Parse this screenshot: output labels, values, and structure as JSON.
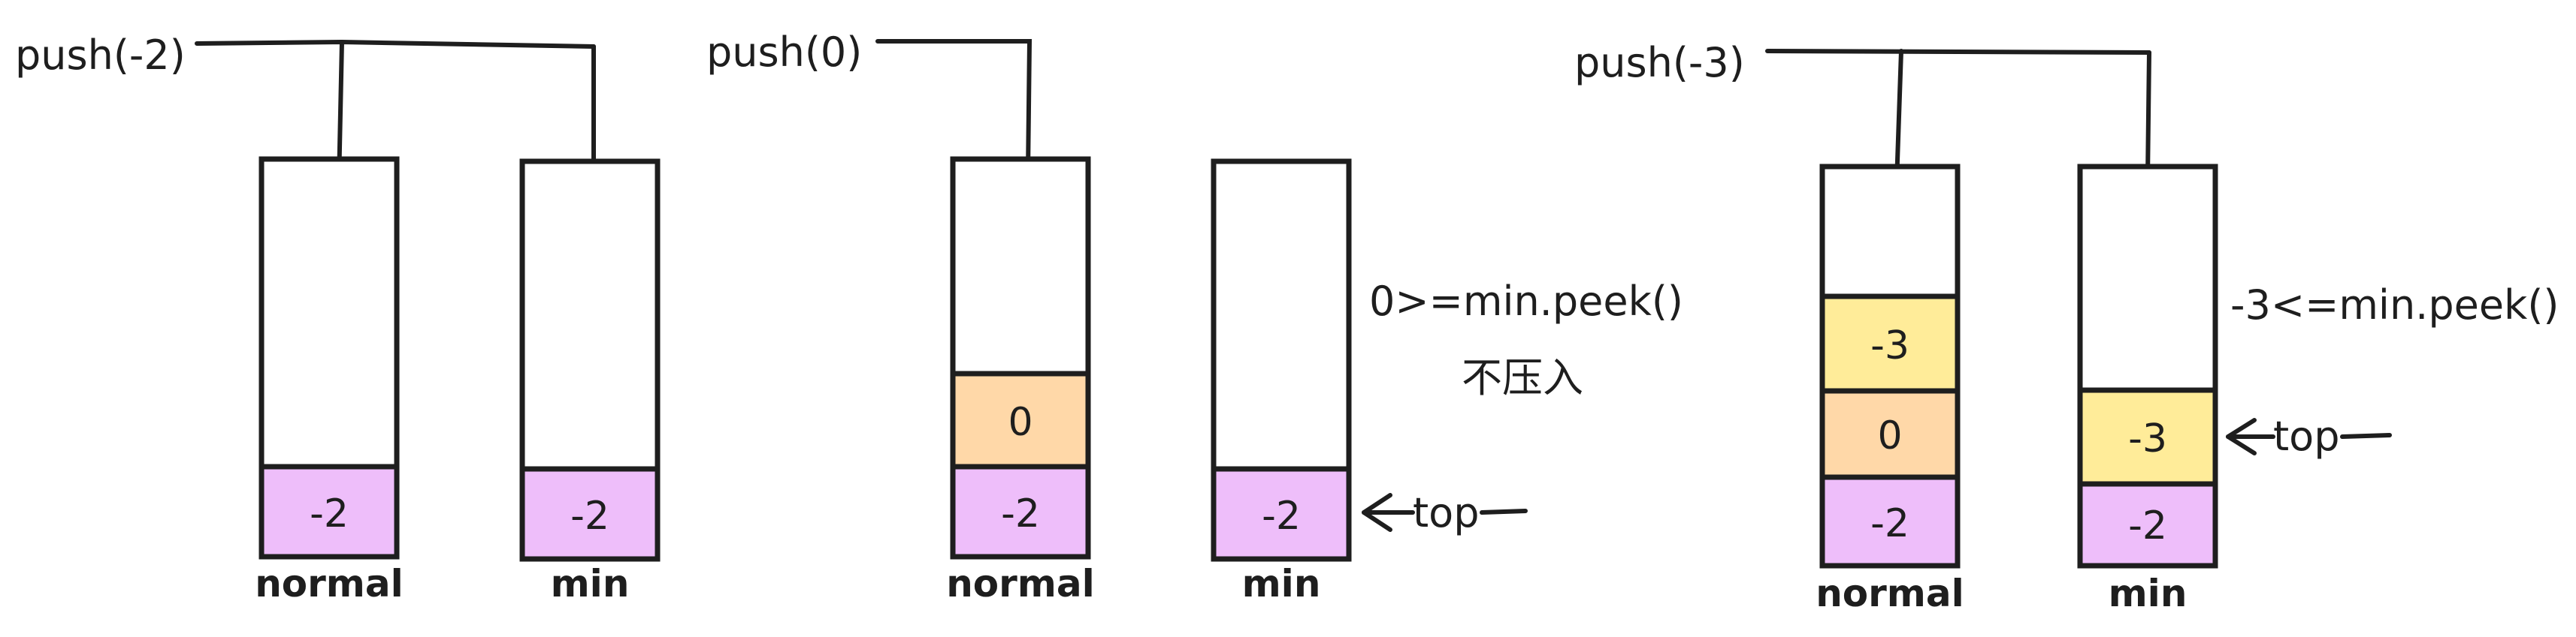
{
  "colors": {
    "stroke": "#1e1e1e",
    "pink": "#eebefa",
    "orange": "#ffd8a8",
    "yellow": "#ffec99",
    "empty": "#ffffff"
  },
  "panels": [
    {
      "id": "p1",
      "op": "push(-2)",
      "normal_cells": [
        "-2"
      ],
      "min_cells": [
        "-2"
      ],
      "normal_caption": "normal",
      "min_caption": "min"
    },
    {
      "id": "p2",
      "op": "push(0)",
      "normal_cells": [
        "-2",
        "0"
      ],
      "min_cells": [
        "-2"
      ],
      "normal_caption": "normal",
      "min_caption": "min",
      "condition": "0>=min.peek()",
      "action": "不压入",
      "top_label": "top"
    },
    {
      "id": "p3",
      "op": "push(-3)",
      "normal_cells": [
        "-2",
        "0",
        "-3"
      ],
      "min_cells": [
        "-2",
        "-3"
      ],
      "normal_caption": "normal",
      "min_caption": "min",
      "condition": "-3<=min.peek()",
      "top_label": "top"
    }
  ]
}
